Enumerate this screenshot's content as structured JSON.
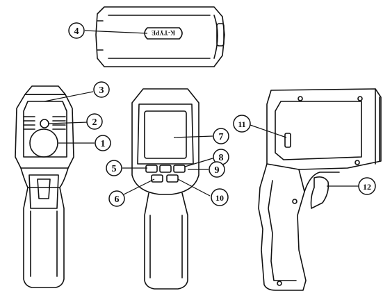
{
  "figure": {
    "views": {
      "top": "top view",
      "front": "front view",
      "back": "back view",
      "side": "side view"
    },
    "top_label_text": "K-TYPE",
    "callouts": [
      {
        "number": "1"
      },
      {
        "number": "2"
      },
      {
        "number": "3"
      },
      {
        "number": "4"
      },
      {
        "number": "5"
      },
      {
        "number": "6"
      },
      {
        "number": "7"
      },
      {
        "number": "8"
      },
      {
        "number": "9"
      },
      {
        "number": "10"
      },
      {
        "number": "11"
      },
      {
        "number": "12"
      }
    ]
  }
}
